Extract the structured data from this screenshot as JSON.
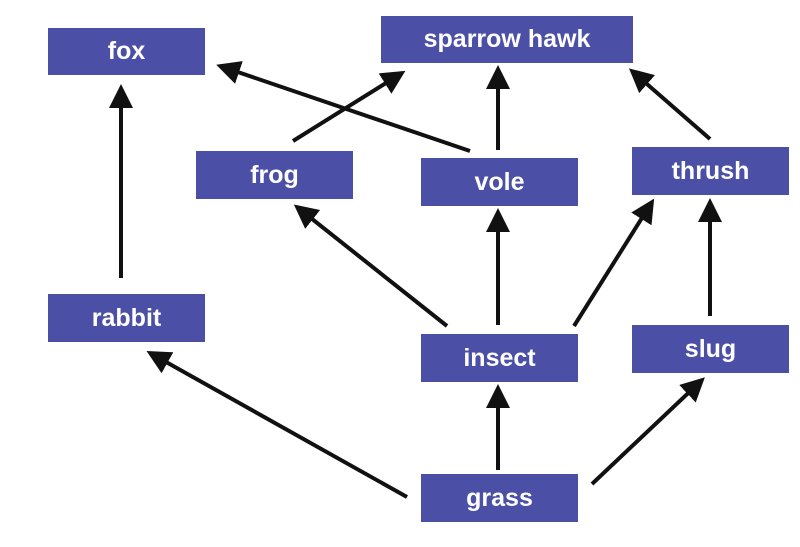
{
  "nodes": {
    "fox": "fox",
    "sparrow_hawk": "sparrow hawk",
    "frog": "frog",
    "vole": "vole",
    "thrush": "thrush",
    "rabbit": "rabbit",
    "insect": "insect",
    "slug": "slug",
    "grass": "grass"
  },
  "edges": [
    {
      "from": "grass",
      "to": "rabbit"
    },
    {
      "from": "grass",
      "to": "insect"
    },
    {
      "from": "grass",
      "to": "slug"
    },
    {
      "from": "rabbit",
      "to": "fox"
    },
    {
      "from": "insect",
      "to": "frog"
    },
    {
      "from": "insect",
      "to": "vole"
    },
    {
      "from": "insect",
      "to": "thrush"
    },
    {
      "from": "slug",
      "to": "thrush"
    },
    {
      "from": "vole",
      "to": "fox"
    },
    {
      "from": "vole",
      "to": "sparrow_hawk"
    },
    {
      "from": "frog",
      "to": "sparrow_hawk"
    },
    {
      "from": "thrush",
      "to": "sparrow_hawk"
    }
  ],
  "colors": {
    "node_fill": "#4b4fa6",
    "node_text": "#ffffff",
    "arrow": "#111111",
    "background": "#ffffff"
  }
}
